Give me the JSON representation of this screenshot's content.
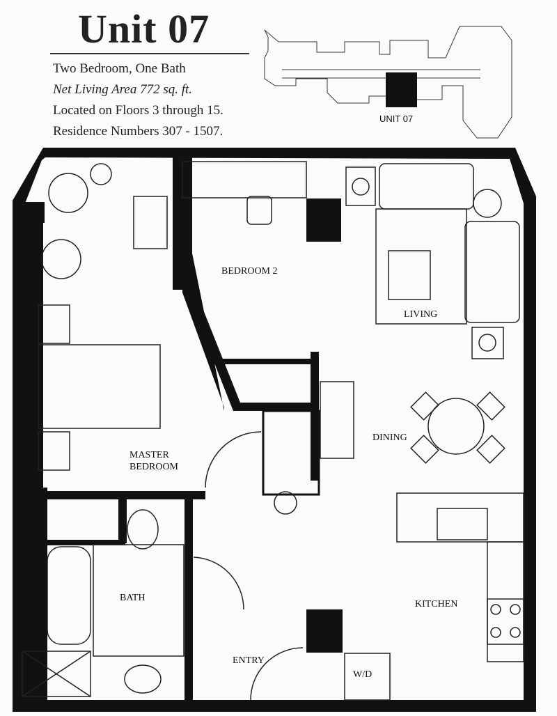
{
  "header": {
    "title": "Unit 07",
    "lines": [
      "Two Bedroom, One Bath",
      "Net Living Area 772 sq. ft.",
      "Located on Floors 3 through 15.",
      "Residence Numbers 307 - 1507."
    ]
  },
  "key_plan": {
    "label": "UNIT 07"
  },
  "rooms": {
    "bedroom2": "BEDROOM 2",
    "living": "LIVING",
    "dining": "DINING",
    "master_line1": "MASTER",
    "master_line2": "BEDROOM",
    "bath": "BATH",
    "kitchen": "KITCHEN",
    "entry": "ENTRY",
    "wd": "W/D"
  }
}
